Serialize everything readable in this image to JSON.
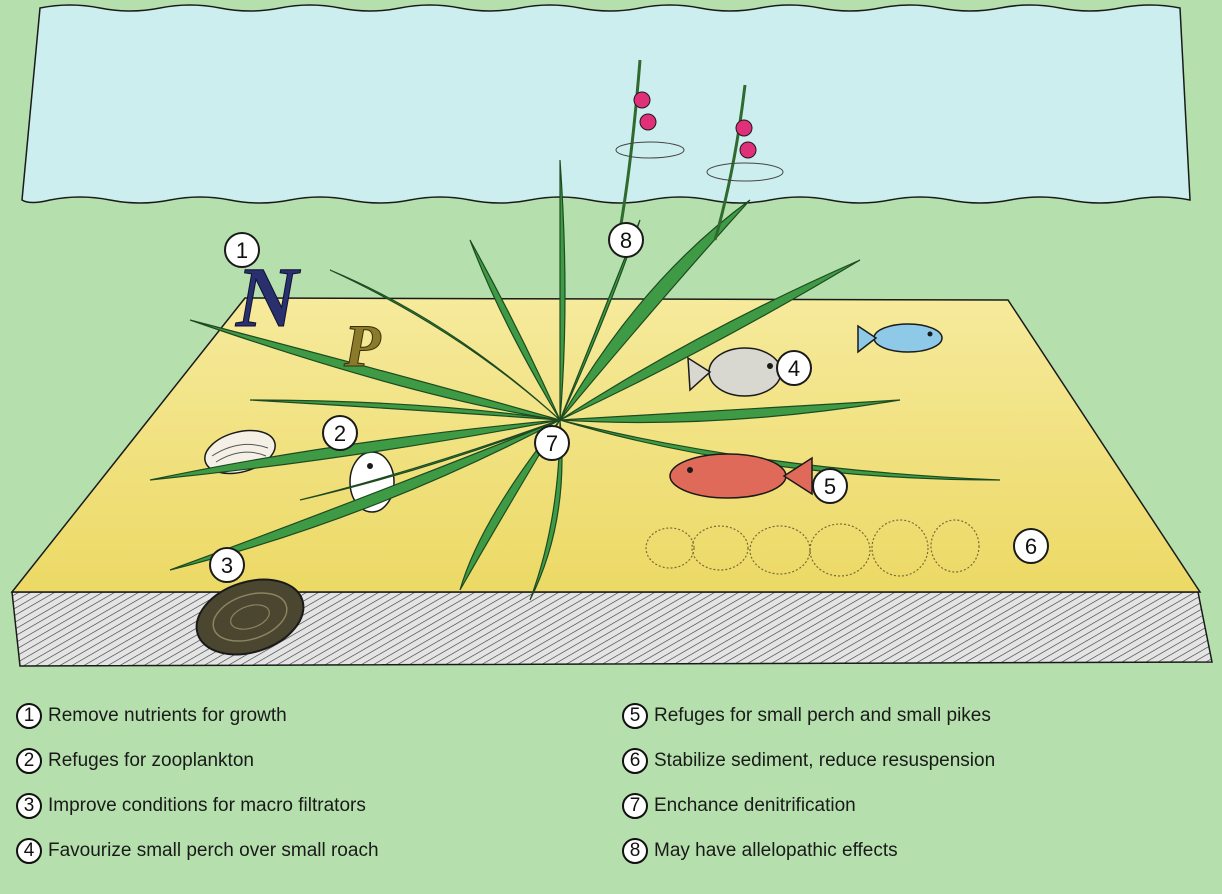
{
  "scene": {
    "letters": {
      "n": "N",
      "p": "P"
    }
  },
  "markers": [
    {
      "n": "1"
    },
    {
      "n": "2"
    },
    {
      "n": "3"
    },
    {
      "n": "4"
    },
    {
      "n": "5"
    },
    {
      "n": "6"
    },
    {
      "n": "7"
    },
    {
      "n": "8"
    }
  ],
  "legend": [
    {
      "num": "1",
      "text": "Remove nutrients for growth"
    },
    {
      "num": "2",
      "text": "Refuges for zooplankton"
    },
    {
      "num": "3",
      "text": "Improve conditions for macro filtrators"
    },
    {
      "num": "4",
      "text": "Favourize small perch over small roach"
    },
    {
      "num": "5",
      "text": "Refuges for small perch and small pikes"
    },
    {
      "num": "6",
      "text": "Stabilize sediment, reduce resuspension"
    },
    {
      "num": "7",
      "text": "Enchance denitrification"
    },
    {
      "num": "8",
      "text": "May have allelopathic effects"
    }
  ],
  "colors": {
    "background": "#b5e0ad",
    "water_surface": "#cdeeee",
    "sediment_top": "#f2e38a",
    "sediment_side": "#d9d9d9",
    "plant": "#3f9a45",
    "flower": "#e0307a"
  }
}
